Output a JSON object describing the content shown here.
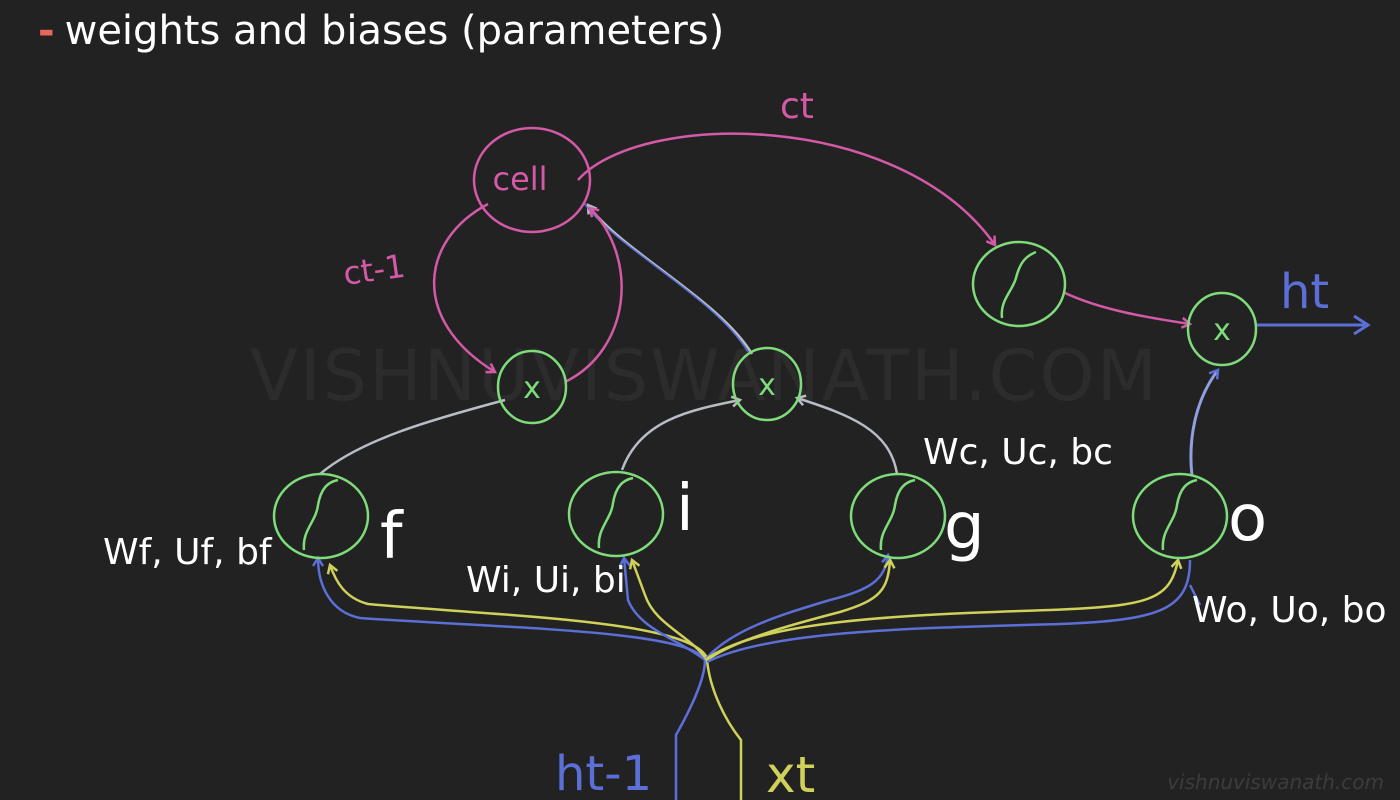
{
  "slide": {
    "bullet": "-",
    "title": "weights and biases (parameters)",
    "watermark": "VISHNUVISWANATH.COM",
    "footer_watermark": "vishnuviswanath.com"
  },
  "params": {
    "forget": "Wf, Uf, bf",
    "input": "Wi, Ui, bi",
    "candidate": "Wc, Uc, bc",
    "output": "Wo, Uo, bo"
  },
  "labels": {
    "cell": "cell",
    "c_t": "ct",
    "c_t_minus_1": "ct-1",
    "h_t": "ht",
    "h_t_minus_1": "ht-1",
    "x_t": "xt",
    "gate_f": "f",
    "gate_i": "i",
    "gate_g": "g",
    "gate_o": "o",
    "multiply": "x"
  },
  "colors": {
    "background": "#222222",
    "node_green": "#7fdc7a",
    "cell_pink": "#d45aa8",
    "h_blue": "#5b6fd6",
    "x_yellow": "#cfd15a",
    "gray_line": "#b8bcc4",
    "bullet_red": "#e8665a"
  }
}
